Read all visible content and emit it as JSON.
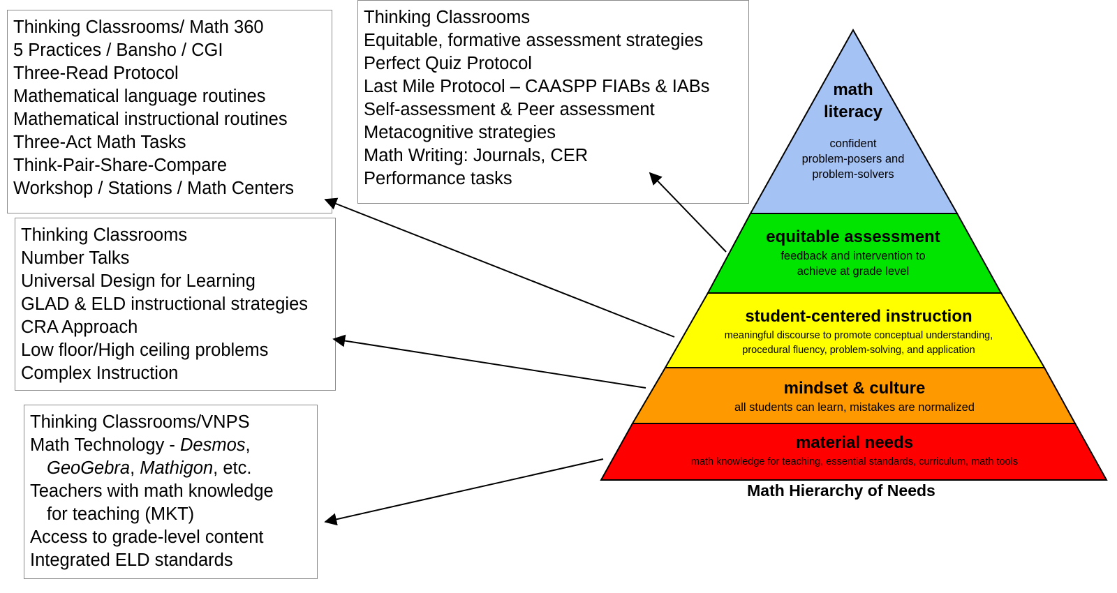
{
  "boxes": {
    "top_left": [
      "Thinking Classrooms/ Math 360",
      "5 Practices / Bansho / CGI",
      "Three-Read Protocol",
      "Mathematical language routines",
      "Mathematical instructional routines",
      "Three-Act Math Tasks",
      "Think-Pair-Share-Compare",
      "Workshop / Stations / Math Centers"
    ],
    "top_middle": [
      "Thinking Classrooms",
      "Equitable, formative assessment strategies",
      "Perfect Quiz Protocol",
      "Last Mile Protocol – CAASPP FIABs & IABs",
      "Self-assessment & Peer assessment",
      "Metacognitive strategies",
      "Math Writing: Journals, CER",
      "Performance tasks"
    ],
    "middle_left": [
      "Thinking Classrooms",
      "Number Talks",
      "Universal Design for Learning",
      "GLAD & ELD instructional strategies",
      "CRA Approach",
      "Low floor/High ceiling problems",
      "Complex Instruction"
    ],
    "bottom_left": {
      "line1": "Thinking Classrooms/VNPS",
      "line2_prefix": "Math Technology - ",
      "line2_desmos": "Desmos",
      "line2_suffix": ",",
      "line3_geogebra": "GeoGebra",
      "line3_sep": ", ",
      "line3_mathigon": "Mathigon",
      "line3_suffix": ", etc.",
      "line4": "Teachers with math knowledge",
      "line5": "for teaching (MKT)",
      "line6": "Access to grade-level content",
      "line7": "Integrated ELD standards"
    }
  },
  "pyramid": {
    "caption": "Math Hierarchy of Needs",
    "tiers": [
      {
        "title_lines": [
          "math",
          "literacy"
        ],
        "subtitle_lines": [
          "confident",
          "problem-posers and",
          "problem-solvers"
        ],
        "color": "#a4c2f4"
      },
      {
        "title_lines": [
          "equitable assessment"
        ],
        "subtitle_lines": [
          "feedback and intervention to",
          "achieve at grade level"
        ],
        "color": "#00e400"
      },
      {
        "title_lines": [
          "student-centered instruction"
        ],
        "subtitle_lines": [
          "meaningful discourse to promote conceptual understanding,",
          "procedural fluency, problem-solving, and application"
        ],
        "color": "#ffff00"
      },
      {
        "title_lines": [
          "mindset & culture"
        ],
        "subtitle_lines": [
          "all students can learn, mistakes are normalized"
        ],
        "color": "#ff9900"
      },
      {
        "title_lines": [
          "material needs"
        ],
        "subtitle_lines": [
          "math knowledge for teaching, essential standards, curriculum, math tools"
        ],
        "color": "#ff0000"
      }
    ]
  }
}
